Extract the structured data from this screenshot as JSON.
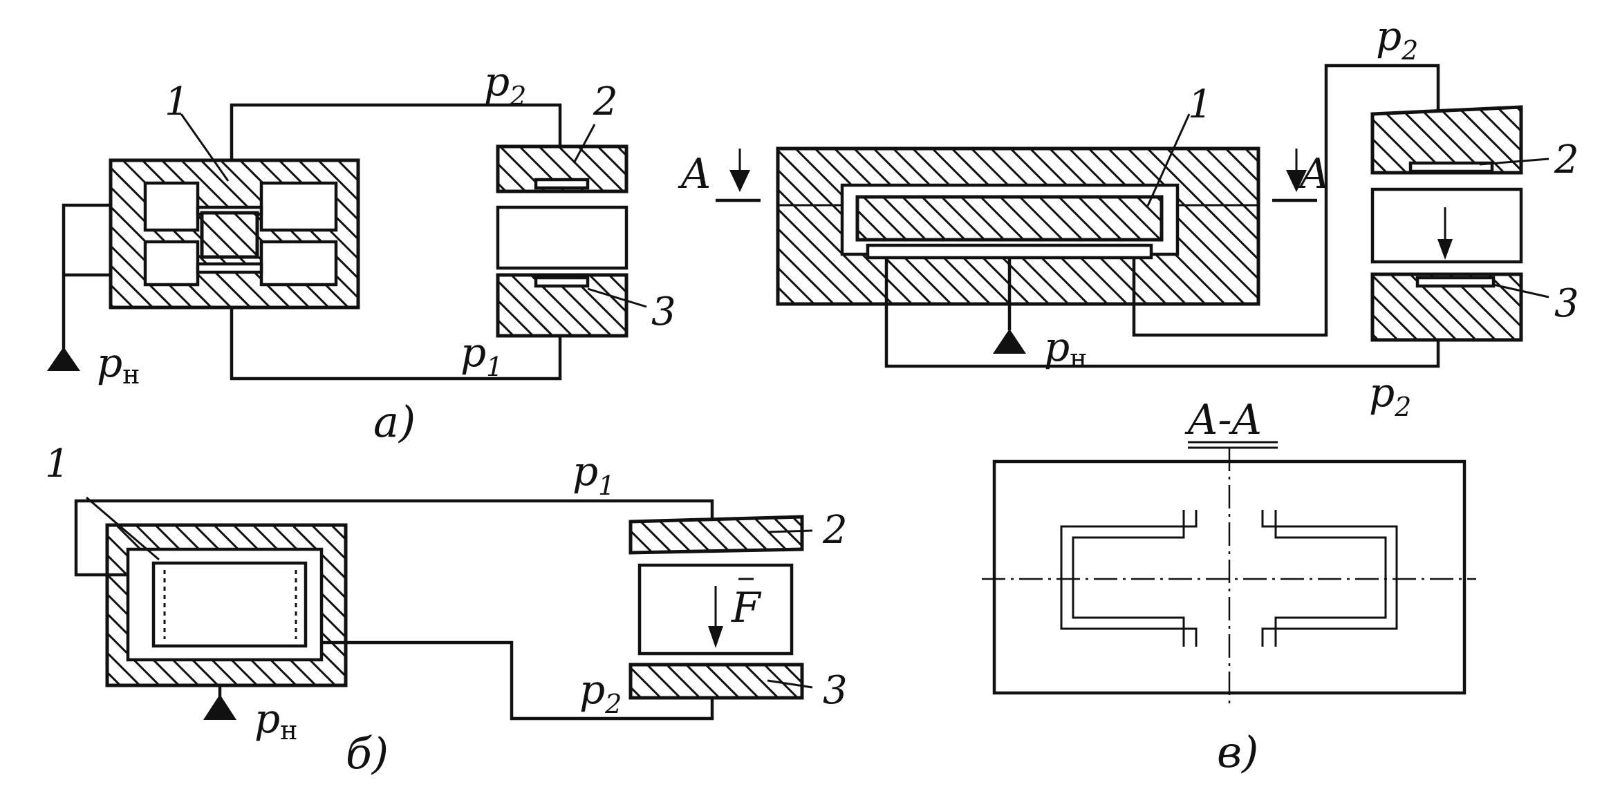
{
  "labels": {
    "a": {
      "num1": "1",
      "num2": "2",
      "num3": "3",
      "p2": "p",
      "p2_sub": "2",
      "p1": "p",
      "p1_sub": "1",
      "pn": "p",
      "pn_sub": "н",
      "caption": "a)"
    },
    "v": {
      "num1": "1",
      "num2": "2",
      "num3": "3",
      "p2_top": "p",
      "p2_top_sub": "2",
      "p2_bottom": "p",
      "p2_bottom_sub": "2",
      "pn": "p",
      "pn_sub": "н",
      "sectionA_left": "A",
      "sectionA_right": "A",
      "section_title": "A-A",
      "caption": "в)"
    },
    "b": {
      "num1": "1",
      "num2": "2",
      "num3": "3",
      "p1": "p",
      "p1_sub": "1",
      "p2": "p",
      "p2_sub": "2",
      "pn": "p",
      "pn_sub": "н",
      "force": "F",
      "caption": "б)"
    }
  }
}
